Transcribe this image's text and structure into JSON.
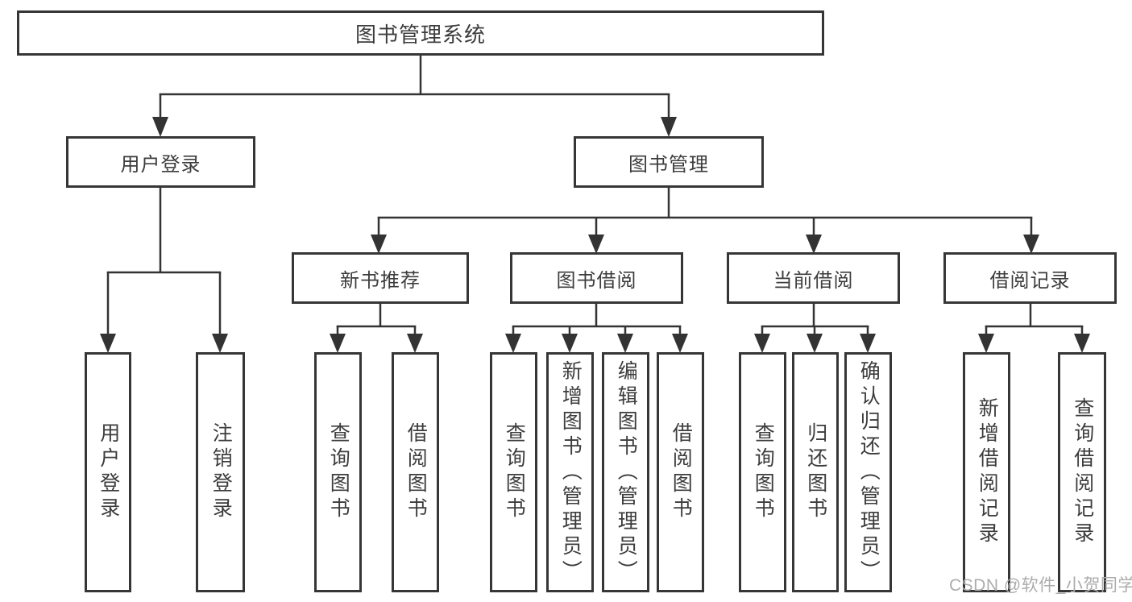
{
  "diagram": {
    "root": {
      "label": "图书管理系统"
    },
    "level2": {
      "user_login": {
        "label": "用户登录"
      },
      "book_management": {
        "label": "图书管理"
      }
    },
    "level3": {
      "new_books": {
        "label": "新书推荐"
      },
      "book_borrow": {
        "label": "图书借阅"
      },
      "current_borrow": {
        "label": "当前借阅"
      },
      "borrow_records": {
        "label": "借阅记录"
      }
    },
    "leaves": {
      "user_login": [
        "用户登录",
        "注销登录"
      ],
      "new_books": [
        "查询图书",
        "借阅图书"
      ],
      "book_borrow": [
        "查询图书",
        "新增图书（管理员）",
        "编辑图书（管理员）",
        "借阅图书"
      ],
      "current_borrow": [
        "查询图书",
        "归还图书",
        "确认归还（管理员）"
      ],
      "borrow_records": [
        "新增借阅记录",
        "查询借阅记录"
      ]
    },
    "watermark": "CSDN @软件_小贺同学",
    "colors": {
      "line": "#333333",
      "border": "#363636",
      "text": "#3c3c3c",
      "watermark": "#acacac",
      "background": "#ffffff"
    }
  }
}
